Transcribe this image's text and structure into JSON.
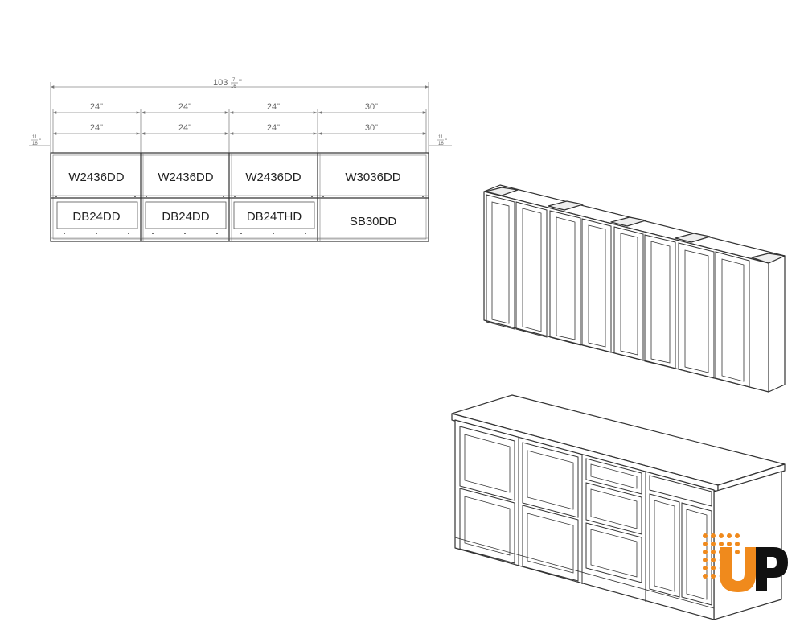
{
  "overall_dimension": {
    "whole": "103",
    "num": "7",
    "den": "16",
    "unit": "\""
  },
  "side_gap": {
    "num": "11",
    "den": "16",
    "unit": "\""
  },
  "column_widths_top": [
    "24\"",
    "24\"",
    "24\"",
    "30\""
  ],
  "column_widths_bottom": [
    "24\"",
    "24\"",
    "24\"",
    "30\""
  ],
  "wall_cabinets": [
    "W2436DD",
    "W2436DD",
    "W2436DD",
    "W3036DD"
  ],
  "base_cabinets": [
    "DB24DD",
    "DB24DD",
    "DB24THD",
    "SB30DD"
  ],
  "logo": {
    "text": "UP",
    "colors": {
      "orange": "#F08A1C",
      "black": "#111111"
    }
  }
}
